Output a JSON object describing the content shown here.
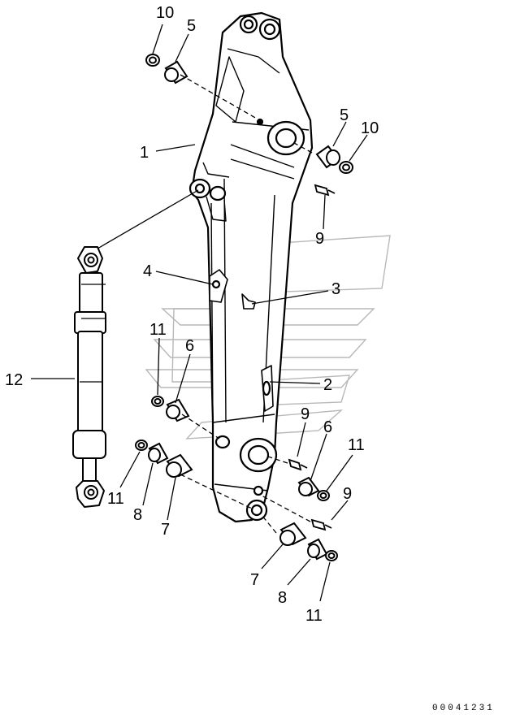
{
  "callouts": [
    "10",
    "5",
    "1",
    "5",
    "10",
    "9",
    "4",
    "3",
    "12",
    "11",
    "6",
    "2",
    "9",
    "6",
    "11",
    "11",
    "8",
    "7",
    "9",
    "7",
    "8",
    "11"
  ],
  "document_id": "00041231",
  "watermark": "logo-watermark"
}
